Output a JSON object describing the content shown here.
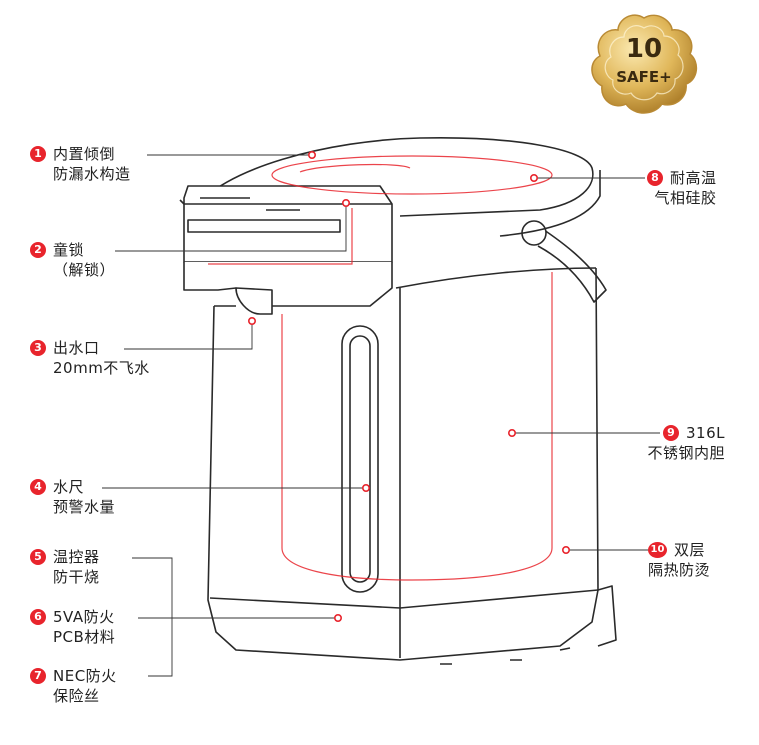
{
  "badge": {
    "line1": "10",
    "line2": "SAFE+"
  },
  "colors": {
    "accent": "#e8242c",
    "outline": "#2a2a2a",
    "gold": "#d4a84a"
  },
  "features": [
    {
      "num": "1",
      "line1": "内置倾倒",
      "line2": "防漏水构造"
    },
    {
      "num": "2",
      "line1": "童锁",
      "line2": "（解锁）"
    },
    {
      "num": "3",
      "line1": "出水口",
      "line2": "20mm不飞水"
    },
    {
      "num": "4",
      "line1": "水尺",
      "line2": "预警水量"
    },
    {
      "num": "5",
      "line1": "温控器",
      "line2": "防干烧"
    },
    {
      "num": "6",
      "line1": "5VA防火",
      "line2": "PCB材料"
    },
    {
      "num": "7",
      "line1": "NEC防火",
      "line2": "保险丝"
    },
    {
      "num": "8",
      "line1": "耐高温",
      "line2": "气相硅胶"
    },
    {
      "num": "9",
      "line1": "316L",
      "line2": "不锈钢内胆"
    },
    {
      "num": "10",
      "line1": "双层",
      "line2": "隔热防烫"
    }
  ]
}
